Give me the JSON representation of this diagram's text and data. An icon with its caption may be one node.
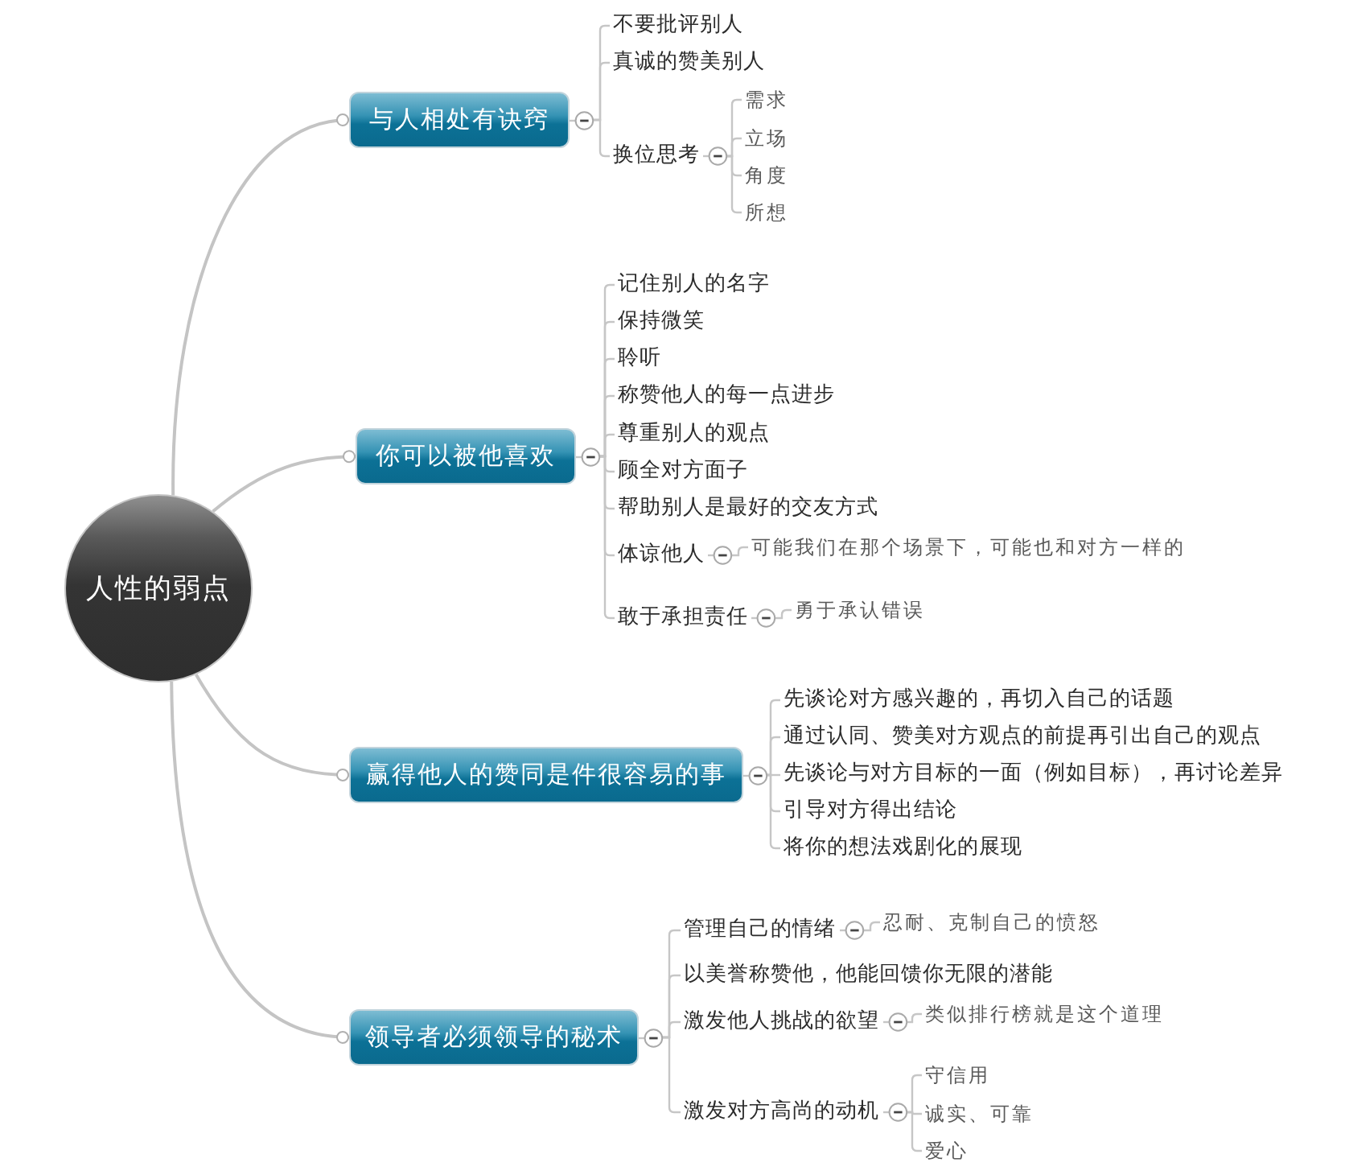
{
  "diagram": {
    "nodes": [
      {
        "text": [
          "人性的弱点"
        ]
      },
      {
        "text": [
          "与人相处有诀窍"
        ]
      },
      {
        "text": [
          "不要批评别人"
        ]
      },
      {
        "text": [
          "真诚的赞美别人"
        ]
      },
      {
        "text": [
          "换位思考"
        ]
      },
      {
        "text": [
          "需求"
        ]
      },
      {
        "text": [
          "立场"
        ]
      },
      {
        "text": [
          "角度"
        ]
      },
      {
        "text": [
          "所想"
        ]
      },
      {
        "text": [
          "你可以被他喜欢"
        ]
      },
      {
        "text": [
          "记住别人的名字"
        ]
      },
      {
        "text": [
          "保持微笑"
        ]
      },
      {
        "text": [
          "聆听"
        ]
      },
      {
        "text": [
          "称赞他人的每一点进步"
        ]
      },
      {
        "text": [
          "尊重别人的观点"
        ]
      },
      {
        "text": [
          "顾全对方面子"
        ]
      },
      {
        "text": [
          "帮助别人是最好的交友方式"
        ]
      },
      {
        "text": [
          "体谅他人"
        ]
      },
      {
        "text": [
          "可能我们在那个场景下，可能也和对方一样的"
        ]
      },
      {
        "text": [
          "敢于承担责任"
        ]
      },
      {
        "text": [
          "勇于承认错误"
        ]
      },
      {
        "text": [
          "赢得他人的赞同是件很容易的事"
        ]
      },
      {
        "text": [
          "先谈论对方感兴趣的，再切入自己的话题"
        ]
      },
      {
        "text": [
          "通过认同、赞美对方观点的前提再引出自己的观点"
        ]
      },
      {
        "text": [
          "先谈论与对方目标的一面（例如目标），再讨论差异"
        ]
      },
      {
        "text": [
          "引导对方得出结论"
        ]
      },
      {
        "text": [
          "将你的想法戏剧化的展现"
        ]
      },
      {
        "text": [
          "领导者必须领导的秘术"
        ]
      },
      {
        "text": [
          "管理自己的情绪"
        ]
      },
      {
        "text": [
          "忍耐、克制自己的愤怒"
        ]
      },
      {
        "text": [
          "以美誉称赞他，他能回馈你无限的潜能"
        ]
      },
      {
        "text": [
          "激发他人挑战的欲望"
        ]
      },
      {
        "text": [
          "类似排行榜就是这个道理"
        ]
      },
      {
        "text": [
          "激发对方高尚的动机"
        ]
      },
      {
        "text": [
          "守信用"
        ]
      },
      {
        "text": [
          "诚实、可靠"
        ]
      },
      {
        "text": [
          "爱心"
        ]
      }
    ],
    "edges": [
      {
        "from": 0,
        "to": 1,
        "arrow": "other"
      },
      {
        "from": 1,
        "to": 2,
        "arrow": "none"
      },
      {
        "from": 1,
        "to": 3,
        "arrow": "none"
      },
      {
        "from": 1,
        "to": 4,
        "arrow": "none"
      },
      {
        "from": 4,
        "to": 5,
        "arrow": "none"
      },
      {
        "from": 4,
        "to": 6,
        "arrow": "none"
      },
      {
        "from": 4,
        "to": 7,
        "arrow": "none"
      },
      {
        "from": 4,
        "to": 8,
        "arrow": "none"
      },
      {
        "from": 0,
        "to": 9,
        "arrow": "other"
      },
      {
        "from": 9,
        "to": 10,
        "arrow": "none"
      },
      {
        "from": 9,
        "to": 11,
        "arrow": "none"
      },
      {
        "from": 9,
        "to": 12,
        "arrow": "none"
      },
      {
        "from": 9,
        "to": 13,
        "arrow": "none"
      },
      {
        "from": 9,
        "to": 14,
        "arrow": "none"
      },
      {
        "from": 9,
        "to": 15,
        "arrow": "none"
      },
      {
        "from": 9,
        "to": 16,
        "arrow": "none"
      },
      {
        "from": 9,
        "to": 17,
        "arrow": "none"
      },
      {
        "from": 9,
        "to": 19,
        "arrow": "none"
      },
      {
        "from": 17,
        "to": 18,
        "arrow": "none"
      },
      {
        "from": 19,
        "to": 20,
        "arrow": "none"
      },
      {
        "from": 0,
        "to": 21,
        "arrow": "other"
      },
      {
        "from": 21,
        "to": 22,
        "arrow": "none"
      },
      {
        "from": 21,
        "to": 23,
        "arrow": "none"
      },
      {
        "from": 21,
        "to": 24,
        "arrow": "none"
      },
      {
        "from": 21,
        "to": 25,
        "arrow": "none"
      },
      {
        "from": 21,
        "to": 26,
        "arrow": "none"
      },
      {
        "from": 0,
        "to": 27,
        "arrow": "other"
      },
      {
        "from": 27,
        "to": 28,
        "arrow": "none"
      },
      {
        "from": 27,
        "to": 30,
        "arrow": "none"
      },
      {
        "from": 27,
        "to": 31,
        "arrow": "none"
      },
      {
        "from": 27,
        "to": 33,
        "arrow": "none"
      },
      {
        "from": 28,
        "to": 29,
        "arrow": "none"
      },
      {
        "from": 31,
        "to": 32,
        "arrow": "none"
      },
      {
        "from": 33,
        "to": 34,
        "arrow": "none"
      },
      {
        "from": 33,
        "to": 35,
        "arrow": "none"
      },
      {
        "from": 33,
        "to": 36,
        "arrow": "none"
      }
    ]
  }
}
